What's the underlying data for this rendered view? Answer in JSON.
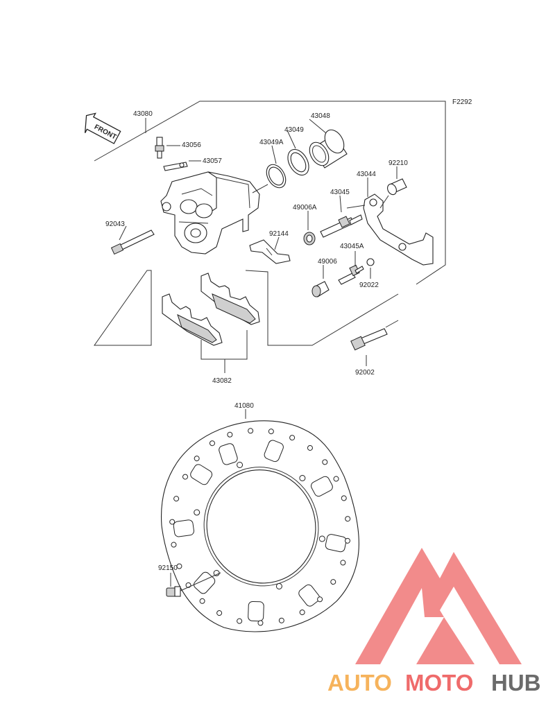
{
  "diagram_code": "F2292",
  "front_label": "FRONT",
  "parts": {
    "p43080": "43080",
    "p43056": "43056",
    "p43057": "43057",
    "p43049a": "43049A",
    "p43049": "43049",
    "p43048": "43048",
    "p92210": "92210",
    "p43044": "43044",
    "p43045": "43045",
    "p49006a": "49006A",
    "p92043": "92043",
    "p92144": "92144",
    "p43045a": "43045A",
    "p49006": "49006",
    "p92022": "92022",
    "p92002": "92002",
    "p43082": "43082",
    "p41080": "41080",
    "p92150": "92150"
  },
  "watermark": {
    "part1": "AUTO",
    "part2": "MOTO",
    "part3": "HUB",
    "colors": {
      "orange": "#f6b35c",
      "red": "#ef6b6b",
      "gray": "#6b6b6b",
      "logo": "#f28b8b"
    }
  }
}
